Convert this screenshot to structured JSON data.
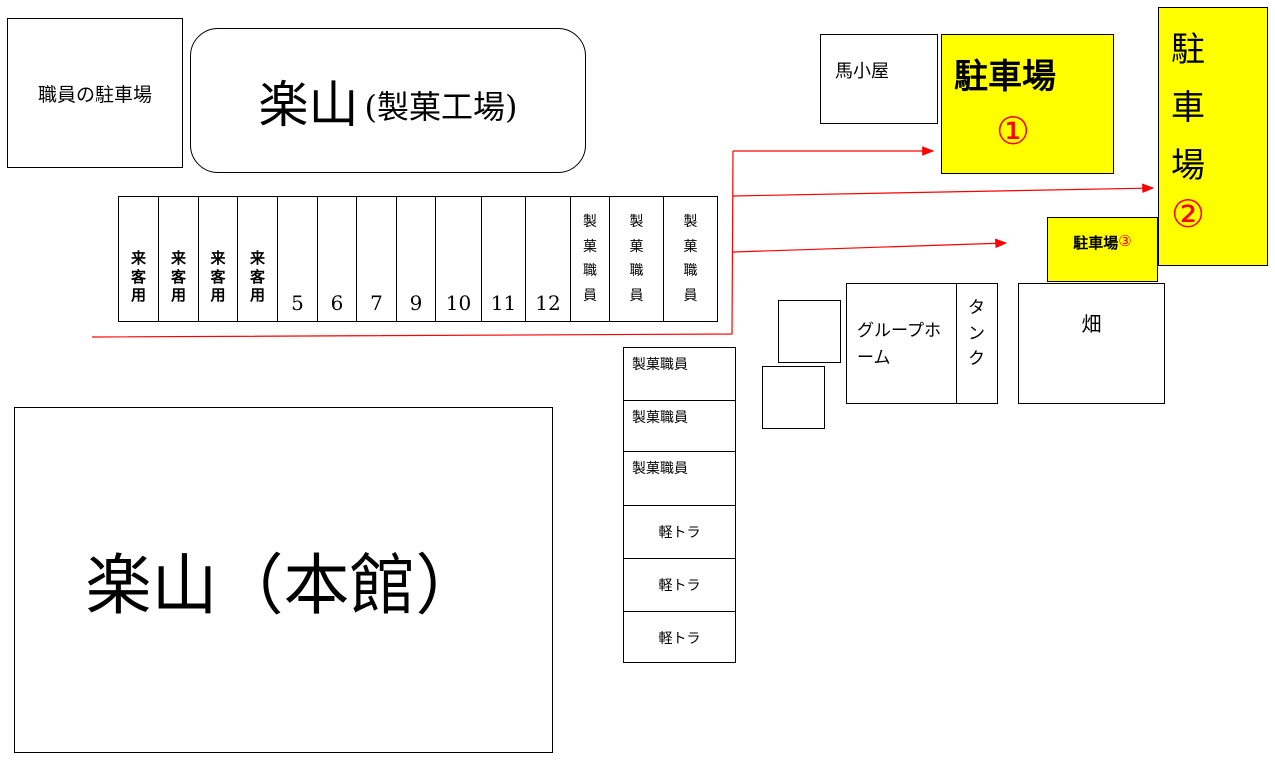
{
  "buildings": {
    "staff_parking": "職員の駐車場",
    "factory_main": "楽山",
    "factory_sub": "(製菓工場)",
    "honkan": "楽山（本館）",
    "stable": "馬小屋",
    "group_home": "グループホーム",
    "tank": "タンク",
    "field": "畑"
  },
  "parking": {
    "p1_label": "駐車場",
    "p1_number": "①",
    "p2_chars": [
      "駐",
      "車",
      "場"
    ],
    "p2_number": "②",
    "p3_label": "駐車場",
    "p3_number": "③"
  },
  "slots": [
    {
      "chars": [
        "来",
        "客",
        "用"
      ],
      "vertical": true
    },
    {
      "chars": [
        "来",
        "客",
        "用"
      ],
      "vertical": true
    },
    {
      "chars": [
        "来",
        "客",
        "用"
      ],
      "vertical": true
    },
    {
      "chars": [
        "来",
        "客",
        "用"
      ],
      "vertical": true
    },
    {
      "label": "5"
    },
    {
      "label": "6"
    },
    {
      "label": "7"
    },
    {
      "label": "9"
    },
    {
      "label": "10"
    },
    {
      "label": "11"
    },
    {
      "label": "12"
    },
    {
      "chars": [
        "製",
        "菓",
        "職",
        "員"
      ],
      "vertical": true
    },
    {
      "chars": [
        "製",
        "菓",
        "職",
        "員"
      ],
      "vertical": true
    },
    {
      "chars": [
        "製",
        "菓",
        "職",
        "員"
      ],
      "vertical": true
    }
  ],
  "vertical_slots": [
    "製菓職員",
    "製菓職員",
    "製菓職員",
    "軽トラ",
    "軽トラ",
    "軽トラ"
  ],
  "colors": {
    "parking_fill": "#ffff00",
    "arrow": "#ff0000",
    "number": "#ff0000"
  }
}
